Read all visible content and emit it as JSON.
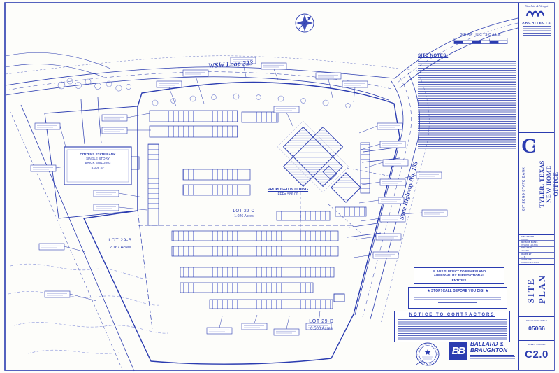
{
  "sheet": {
    "title_line1": "SITE",
    "title_line2": "PLAN",
    "project_number_label": "PROJECT NUMBER",
    "project_number": "05066",
    "sheet_number_label": "SHEET NUMBER",
    "sheet_number": "C2.0"
  },
  "architect": {
    "firm": "Sinclair & Wright",
    "profession": "ARCHITECTS"
  },
  "client": {
    "logo_letter": "C",
    "star": "★",
    "bank_name": "CITIZENS STATE BANK",
    "project_city_line": "TYLER, TEXAS",
    "project_name_line": "NEW HOME OFFICE"
  },
  "title_fields": {
    "rows": [
      {
        "label": "DATE DRAWN",
        "value": "07/2005"
      },
      {
        "label": "REVISION DATES",
        "value": "07/13/06  11/13/06"
      },
      {
        "label": "PLOT DATE",
        "value": "11/13/06"
      },
      {
        "label": "DRAWN BY",
        "value": "L.J.B."
      },
      {
        "label": "FILE NAME",
        "value": "05-066 CIVIL.DWG"
      }
    ]
  },
  "drawing": {
    "road_top": "WSW Loop 323",
    "road_right": "State Highway No. 155",
    "graphic_scale": "GRAPHIC SCALE",
    "site_notes_title": "SITE NOTES:",
    "proposed_building": {
      "label": "PROPOSED BUILDING",
      "ffe": "FFE= 586.00"
    },
    "existing_building_lines": [
      "CITIZENS STATE BANK",
      "SINGLE STORY",
      "BRICK BUILDING",
      "8,008 SF"
    ],
    "lots": {
      "b_name": "LOT 29-B",
      "b_area": "2.167 Acres",
      "c_name": "LOT 29-C",
      "c_area": "1.026 Acres",
      "d_name": "LOT 29-D",
      "d_area": "6.500 Acres"
    }
  },
  "notices": {
    "plans_lines": [
      "PLANS SUBJECT TO REVIEW AND",
      "APPROVAL BY JURISDICTIONAL",
      "ENTITIES"
    ],
    "dig_star": "★",
    "dig_title": "STOP!  CALL BEFORE YOU DIG!",
    "contractors_title": "NOTICE  TO  CONTRACTORS"
  },
  "engineer": {
    "monogram": "BB",
    "name_line1": "BALLARD &",
    "name_line2": "BRAUGHTON"
  }
}
